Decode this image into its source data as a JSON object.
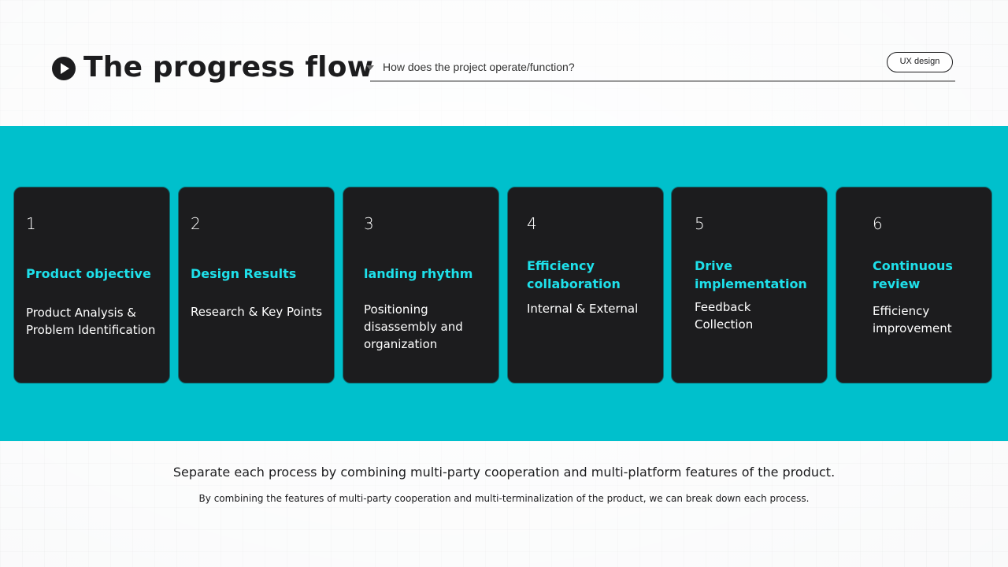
{
  "header": {
    "title": "The progress flow",
    "subtitle": "How does the project operate/function?",
    "tag": "UX design",
    "title_icon": "play-circle-icon",
    "caret_icon": "triangle-down-icon"
  },
  "colors": {
    "band": "#00c0cc",
    "card_background": "#1c1c1e",
    "card_heading": "#1ee0ea",
    "text": "#1c1c1e"
  },
  "steps": [
    {
      "number": "1",
      "heading": "Product objective",
      "description": "Product Analysis & Problem Identification"
    },
    {
      "number": "2",
      "heading": "Design Results",
      "description": "Research & Key Points"
    },
    {
      "number": "3",
      "heading": "landing rhythm",
      "description": "Positioning disassembly and organization"
    },
    {
      "number": "4",
      "heading": "Efficiency collaboration",
      "description": "Internal & External"
    },
    {
      "number": "5",
      "heading": "Drive implementation",
      "description": "Feedback Collection"
    },
    {
      "number": "6",
      "heading": "Continuous review",
      "description": "Efficiency improvement"
    }
  ],
  "footer": {
    "main": "Separate each process by combining multi-party cooperation and multi-platform features of the product.",
    "sub": "By combining the features of multi-party cooperation and multi-terminalization of the product, we can break down each process."
  }
}
